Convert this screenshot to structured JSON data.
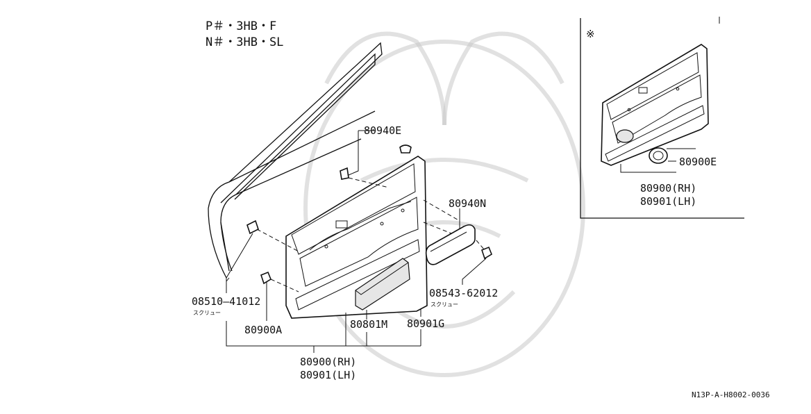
{
  "header": {
    "line1": "P＃・3HB・F",
    "line2": "N＃・3HB・SL"
  },
  "inset": {
    "marker": "※",
    "part_label": "80900E",
    "assembly_rh": "80900(RH)",
    "assembly_lh": "80901(LH)"
  },
  "parts": {
    "p80940E": "80940E",
    "p80940N": "80940N",
    "p08510_41012": "08510—41012",
    "p08510_sub": "スクリュー",
    "p08543_62012": "08543-62012",
    "p08543_sub": "スクリュー",
    "p80900A": "80900A",
    "p80801M": "80801M",
    "p80901G": "80901G",
    "assembly_rh": "80900(RH)",
    "assembly_lh": "80901(LH)"
  },
  "footer": {
    "reference": "N13P-A-H8002-0036"
  }
}
